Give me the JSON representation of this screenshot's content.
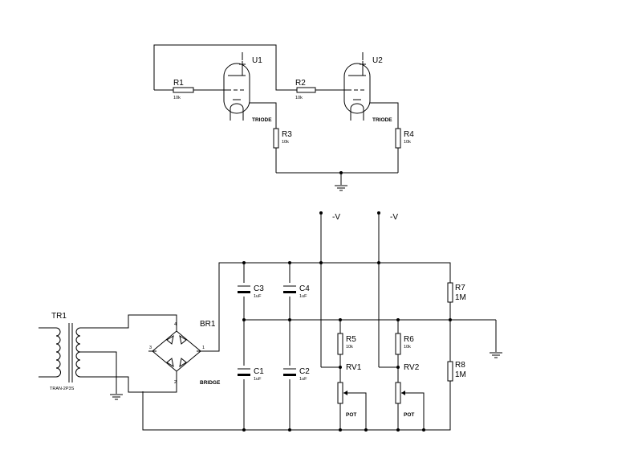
{
  "u1": {
    "ref": "U1",
    "type": "TRIODE"
  },
  "u2": {
    "ref": "U2",
    "type": "TRIODE"
  },
  "r1": {
    "ref": "R1",
    "value": "10k"
  },
  "r2": {
    "ref": "R2",
    "value": "10k"
  },
  "r3": {
    "ref": "R3",
    "value": "10k"
  },
  "r4": {
    "ref": "R4",
    "value": "10k"
  },
  "r5": {
    "ref": "R5",
    "value": "10k"
  },
  "r6": {
    "ref": "R6",
    "value": "10k"
  },
  "r7": {
    "ref": "R7",
    "value": "1M"
  },
  "r8": {
    "ref": "R8",
    "value": "1M"
  },
  "c1": {
    "ref": "C1",
    "value": "1uF"
  },
  "c2": {
    "ref": "C2",
    "value": "1uF"
  },
  "c3": {
    "ref": "C3",
    "value": "1uF"
  },
  "c4": {
    "ref": "C4",
    "value": "1uF"
  },
  "rv1": {
    "ref": "RV1",
    "value": "POT"
  },
  "rv2": {
    "ref": "RV2",
    "value": "POT"
  },
  "tr1": {
    "ref": "TR1",
    "value": "TRAN-2P3S"
  },
  "br1": {
    "ref": "BR1",
    "value": "BRIDGE"
  },
  "bridge_pins": {
    "p1": "1",
    "p2": "2",
    "p3": "3",
    "p4": "4"
  },
  "rails": {
    "neg1": "-V",
    "neg2": "-V"
  }
}
